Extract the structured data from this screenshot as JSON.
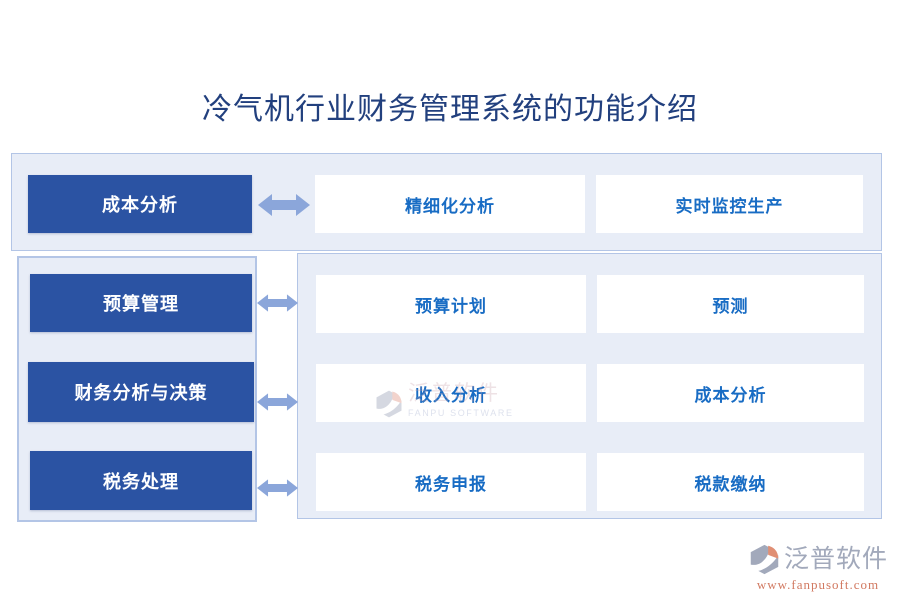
{
  "title": "冷气机行业财务管理系统的功能介绍",
  "rows": [
    {
      "feature": "成本分析",
      "items": [
        "精细化分析",
        "实时监控生产"
      ]
    },
    {
      "feature": "预算管理",
      "items": [
        "预算计划",
        "预测"
      ]
    },
    {
      "feature": "财务分析与决策",
      "items": [
        "收入分析",
        "成本分析"
      ]
    },
    {
      "feature": "税务处理",
      "items": [
        "税务申报",
        "税款缴纳"
      ]
    }
  ],
  "watermark": {
    "brand": "泛普软件",
    "subtext": "FANPU SOFTWARE"
  },
  "footer_logo": {
    "brand": "泛普软件",
    "url": "www.fanpusoft.com"
  },
  "colors": {
    "title_text": "#22407e",
    "feature_button_bg": "#2b53a3",
    "feature_button_text": "#ffffff",
    "card_bg": "#ffffff",
    "card_text": "#186cc4",
    "panel_bg": "#e8edf7",
    "panel_border": "#b3c5e6",
    "arrow": "#8ba6da",
    "logo_gray": "#98a0b4",
    "logo_orange": "#dd8366",
    "logo_url_text": "#cd6b50"
  }
}
